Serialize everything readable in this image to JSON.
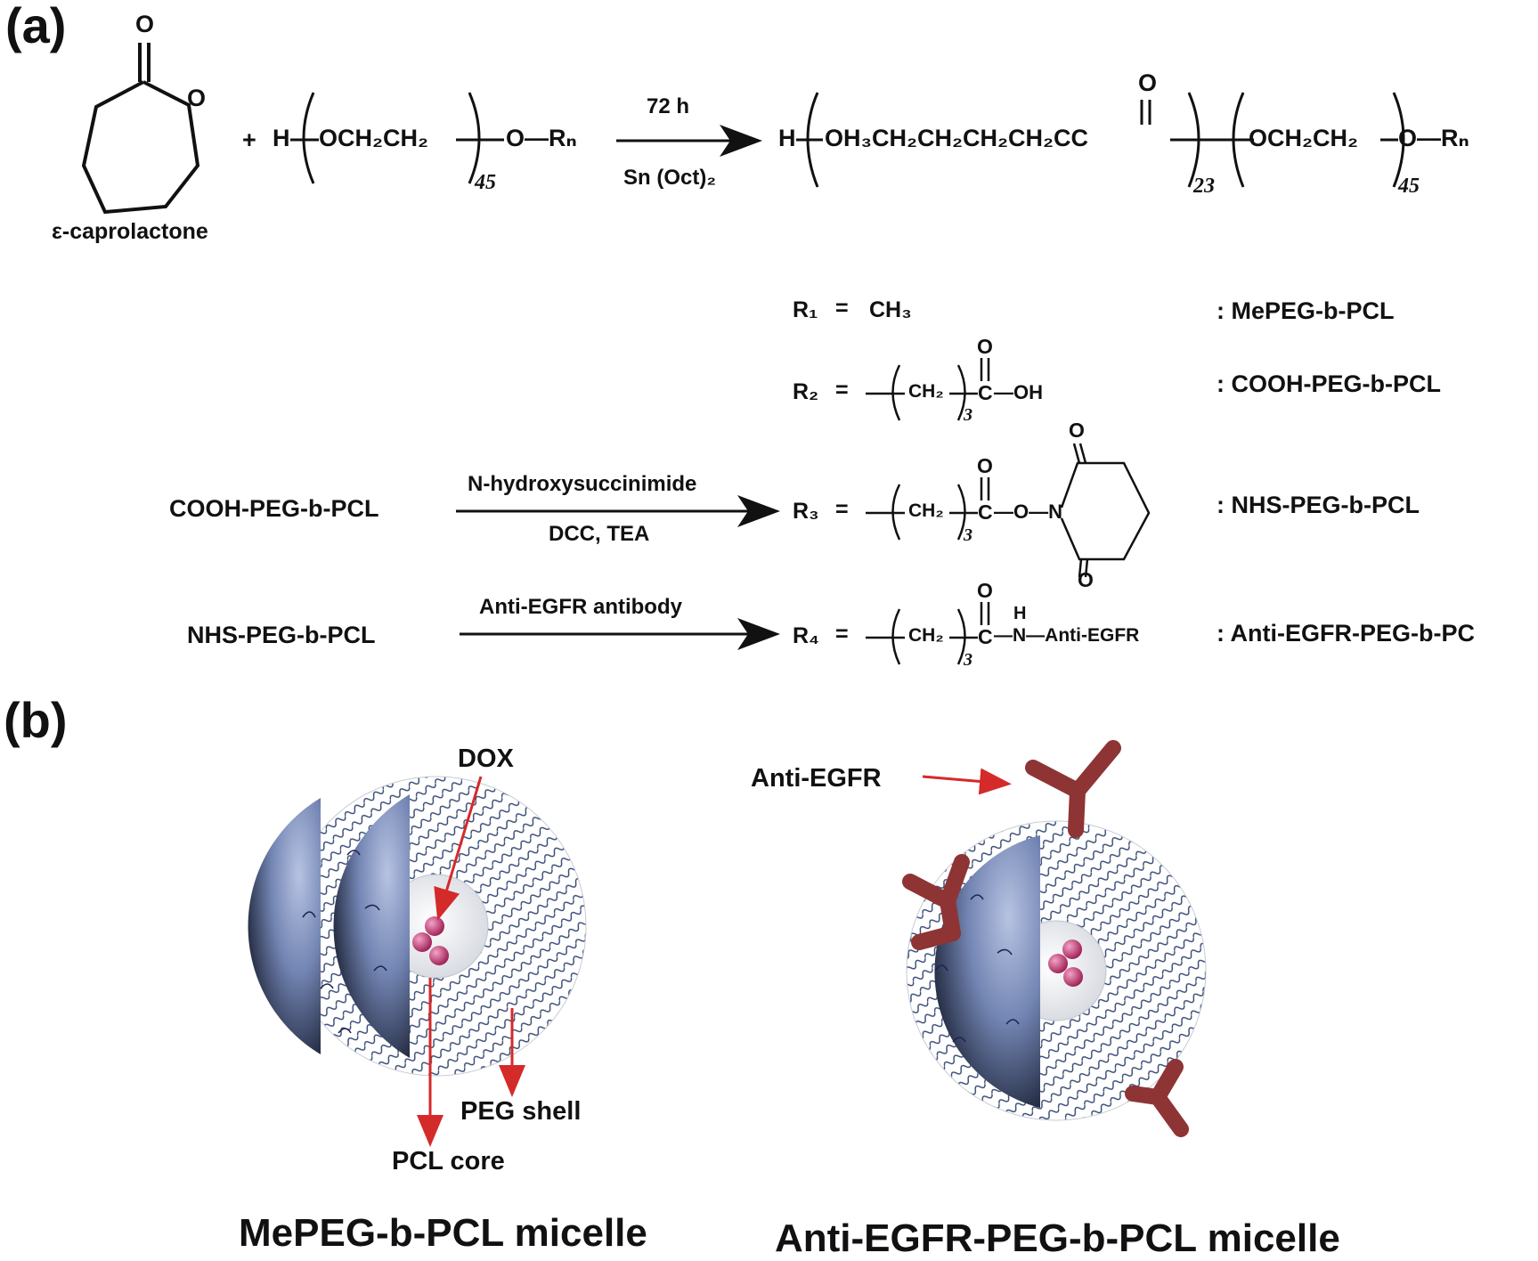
{
  "panel_a": {
    "label": "(a)",
    "monomer": {
      "name": "ε-caprolactone",
      "carbonyl_o": "O",
      "ring_o": "O"
    },
    "plus": "+",
    "peg_reactant": {
      "h": "H",
      "unit": "OCH₂CH₂",
      "n": "45",
      "tail": "O—Rₙ"
    },
    "conditions_top": "72 h",
    "conditions_bottom": "Sn (Oct)₂",
    "product": {
      "h": "H",
      "pcl_unit": "OH₃CH₂CH₂CH₂CH₂CC",
      "pcl_o": "O",
      "pcl_n": "23",
      "peg_unit": "OCH₂CH₂",
      "peg_n": "45",
      "tail": "O—Rₙ"
    },
    "substituents": [
      {
        "r": "R₁",
        "eq": "=",
        "formula": "CH₃",
        "name": ": MePEG-b-PCL"
      },
      {
        "r": "R₂",
        "eq": "=",
        "group": "CH₂",
        "n": "3",
        "carbonyl": "C",
        "o": "O",
        "end": "—OH",
        "name": ": COOH-PEG-b-PCL"
      },
      {
        "r": "R₃",
        "eq": "=",
        "group": "CH₂",
        "n": "3",
        "carbonyl": "C",
        "o": "O",
        "end": "—O—N",
        "ring_o1": "O",
        "ring_o2": "O",
        "name": ": NHS-PEG-b-PCL"
      },
      {
        "r": "R₄",
        "eq": "=",
        "group": "CH₂",
        "n": "3",
        "carbonyl": "C",
        "o": "O",
        "nh_h": "H",
        "end": "—N—Anti-EGFR",
        "name": ": Anti-EGFR-PEG-b-PC"
      }
    ],
    "step2": {
      "reactant": "COOH-PEG-b-PCL",
      "reagent_top": "N-hydroxysuccinimide",
      "reagent_bottom": "DCC, TEA"
    },
    "step3": {
      "reactant": "NHS-PEG-b-PCL",
      "reagent_top": "Anti-EGFR antibody"
    }
  },
  "panel_b": {
    "label": "(b)",
    "left": {
      "dox": "DOX",
      "peg_shell": "PEG shell",
      "pcl_core": "PCL core",
      "title": "MePEG-b-PCL micelle"
    },
    "right": {
      "anti_egfr": "Anti-EGFR",
      "title": "Anti-EGFR-PEG-b-PCL micelle"
    }
  },
  "colors": {
    "arrow_red": "#d42a2a",
    "sphere_dark": "#1c2236",
    "sphere_light": "#9aa8cc",
    "antibody": "#8e3434",
    "dox": "#c23670",
    "chain": "#2a3f6b"
  }
}
